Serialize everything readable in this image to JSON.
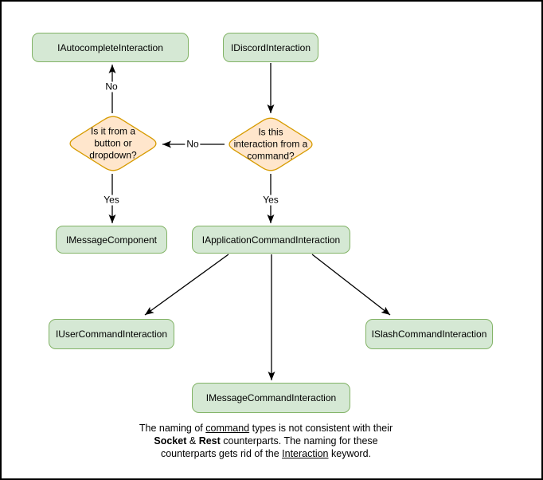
{
  "nodes": {
    "autocomplete": "IAutocompleteInteraction",
    "discord": "IDiscordInteraction",
    "message_component": "IMessageComponent",
    "application_command": "IApplicationCommandInteraction",
    "user_command": "IUserCommandInteraction",
    "slash_command": "ISlashCommandInteraction",
    "message_command": "IMessageCommandInteraction"
  },
  "decisions": {
    "button_or_dropdown": {
      "lines": [
        "Is it from a",
        "button or",
        "dropdown?"
      ]
    },
    "from_command": {
      "lines": [
        "Is this",
        "interaction from a",
        "command?"
      ]
    }
  },
  "edge_labels": {
    "to_autocomplete": "No",
    "to_button_dropdown": "No",
    "to_message_component": "Yes",
    "to_application_command": "Yes"
  },
  "note": {
    "line1": {
      "pre": "The naming of ",
      "underlined": "command",
      "post": " types is not consistent with their"
    },
    "line2": {
      "bold1": "Socket",
      "mid": " & ",
      "bold2": "Rest",
      "post": " counterparts. The naming for these"
    },
    "line3": {
      "pre": "counterparts gets rid of the ",
      "underlined": "Interaction",
      "post": " keyword."
    }
  },
  "colors": {
    "node_fill": "#d5e8d4",
    "node_stroke": "#82b366",
    "decision_fill": "#ffe6cc",
    "decision_stroke": "#d79b00",
    "connector": "#000000",
    "text": "#000000",
    "background": "#ffffff",
    "border": "#000000"
  }
}
